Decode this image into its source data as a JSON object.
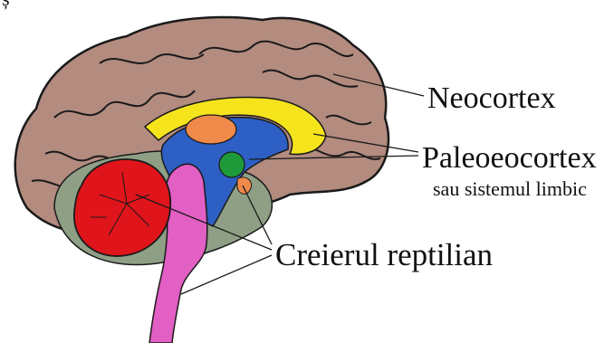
{
  "corner_mark": "ș",
  "labels": {
    "neocortex": "Neocortex",
    "paleo": "Paleoeocortex",
    "paleo_sub": "sau sistemul limbic",
    "reptilian": "Creierul reptilian"
  },
  "colors": {
    "cortex": "#b38b7f",
    "cortex_outline": "#1a1a1a",
    "corpus_callosum": "#f5e41c",
    "thalamus": "#f08a4b",
    "limbic_blue": "#2d5fc4",
    "amygdala": "#1f9a3a",
    "brainstem": "#e25fc4",
    "cerebellum": "#e0141b",
    "cerebellum_bg": "#7c8a75",
    "midbrain_area": "#8f9f86"
  }
}
